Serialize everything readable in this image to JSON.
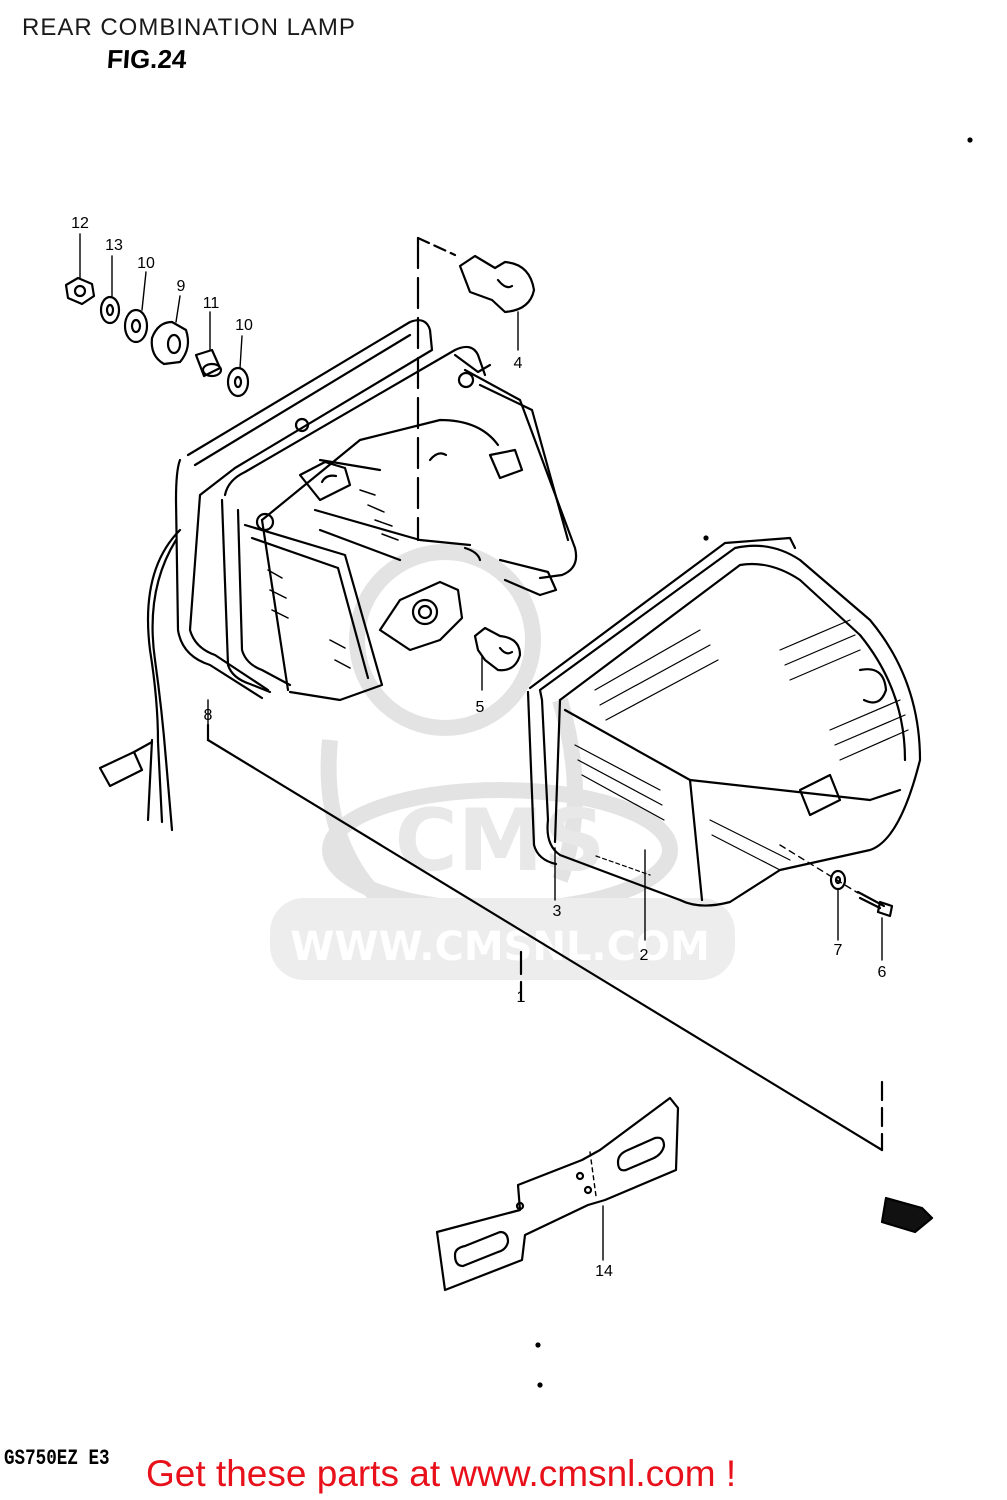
{
  "title": "REAR COMBINATION LAMP",
  "figure": "FIG.24",
  "model": "GS750EZ E3",
  "watermark": {
    "brand": "CMS",
    "url": "WWW.CMSNL.COM"
  },
  "footer": {
    "link_text": "Get these parts at www.cmsnl.com !",
    "color": "#e8101a"
  },
  "callouts": {
    "c1": "1",
    "c2": "2",
    "c3": "3",
    "c4": "4",
    "c5": "5",
    "c6": "6",
    "c7": "7",
    "c8": "8",
    "c9": "9",
    "c10a": "10",
    "c10b": "10",
    "c11": "11",
    "c12": "12",
    "c13": "13",
    "c14": "14"
  },
  "parts": [
    {
      "number": "1",
      "part": "rear combination lamp assembly"
    },
    {
      "number": "2",
      "part": "lens"
    },
    {
      "number": "3",
      "part": "lens gasket"
    },
    {
      "number": "4",
      "part": "bulb"
    },
    {
      "number": "5",
      "part": "bulb"
    },
    {
      "number": "6",
      "part": "screw"
    },
    {
      "number": "7",
      "part": "washer"
    },
    {
      "number": "8",
      "part": "lamp housing"
    },
    {
      "number": "9",
      "part": "cushion"
    },
    {
      "number": "10",
      "part": "washer"
    },
    {
      "number": "11",
      "part": "spacer"
    },
    {
      "number": "12",
      "part": "nut"
    },
    {
      "number": "13",
      "part": "lock washer"
    },
    {
      "number": "14",
      "part": "license plate bracket"
    }
  ]
}
